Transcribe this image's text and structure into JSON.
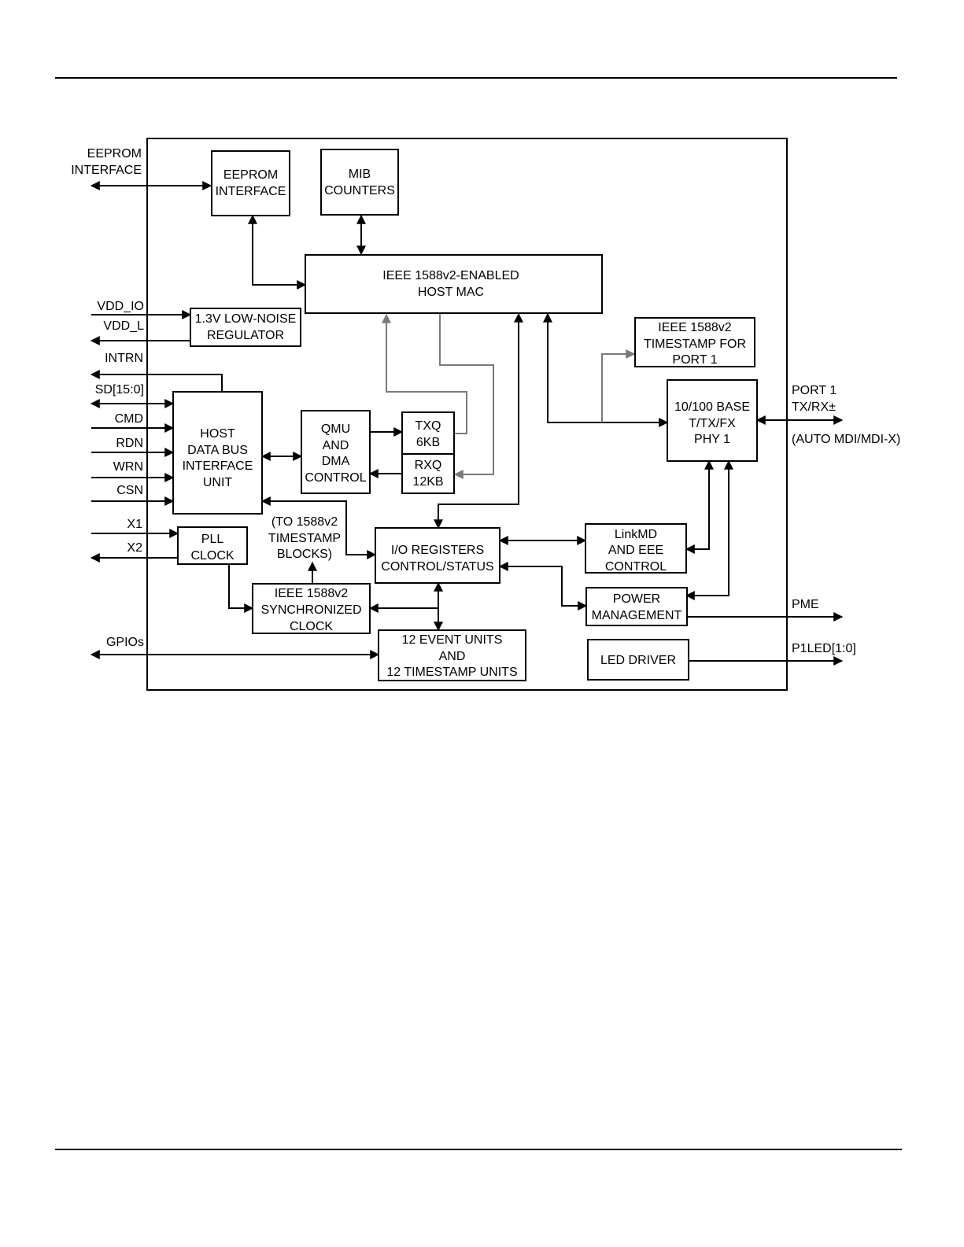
{
  "blocks": {
    "eeprom": [
      "EEPROM",
      "INTERFACE"
    ],
    "mib": [
      "MIB",
      "COUNTERS"
    ],
    "host_mac": [
      "IEEE 1588v2-ENABLED",
      "HOST MAC"
    ],
    "regulator": [
      "1.3V LOW-NOISE",
      "REGULATOR"
    ],
    "ts_port": [
      "IEEE 1588v2",
      "TIMESTAMP FOR",
      "PORT 1"
    ],
    "host_bus": [
      "HOST",
      "DATA BUS",
      "INTERFACE",
      "UNIT"
    ],
    "qmu": [
      "QMU",
      "AND",
      "DMA",
      "CONTROL"
    ],
    "txq": [
      "TXQ",
      "6KB"
    ],
    "rxq": [
      "RXQ",
      "12KB"
    ],
    "phy": [
      "10/100 BASE",
      "T/TX/FX",
      "PHY 1"
    ],
    "pll": [
      "PLL",
      "CLOCK"
    ],
    "io_regs": [
      "I/O REGISTERS",
      "CONTROL/STATUS"
    ],
    "linkmd": [
      "LinkMD",
      "AND EEE",
      "CONTROL"
    ],
    "sync_clock": [
      "IEEE 1588v2",
      "SYNCHRONIZED",
      "CLOCK"
    ],
    "power": [
      "POWER",
      "MANAGEMENT"
    ],
    "event_units": [
      "12 EVENT UNITS",
      "AND",
      "12 TIMESTAMP UNITS"
    ],
    "led": [
      "LED DRIVER"
    ]
  },
  "annotations": {
    "to_timestamp": [
      "(TO 1588v2",
      "TIMESTAMP",
      "BLOCKS)"
    ]
  },
  "pins": {
    "eeprom_if": [
      "EEPROM",
      "INTERFACE"
    ],
    "vdd_io": "VDD_IO",
    "vdd_l": "VDD_L",
    "intrn": "INTRN",
    "sd": "SD[15:0]",
    "cmd": "CMD",
    "rdn": "RDN",
    "wrn": "WRN",
    "csn": "CSN",
    "x1": "X1",
    "x2": "X2",
    "gpios": "GPIOs",
    "port1": [
      "PORT 1",
      "TX/RX±"
    ],
    "auto_mdi": "(AUTO MDI/MDI-X)",
    "pme": "PME",
    "p1led": "P1LED[1:0]"
  }
}
